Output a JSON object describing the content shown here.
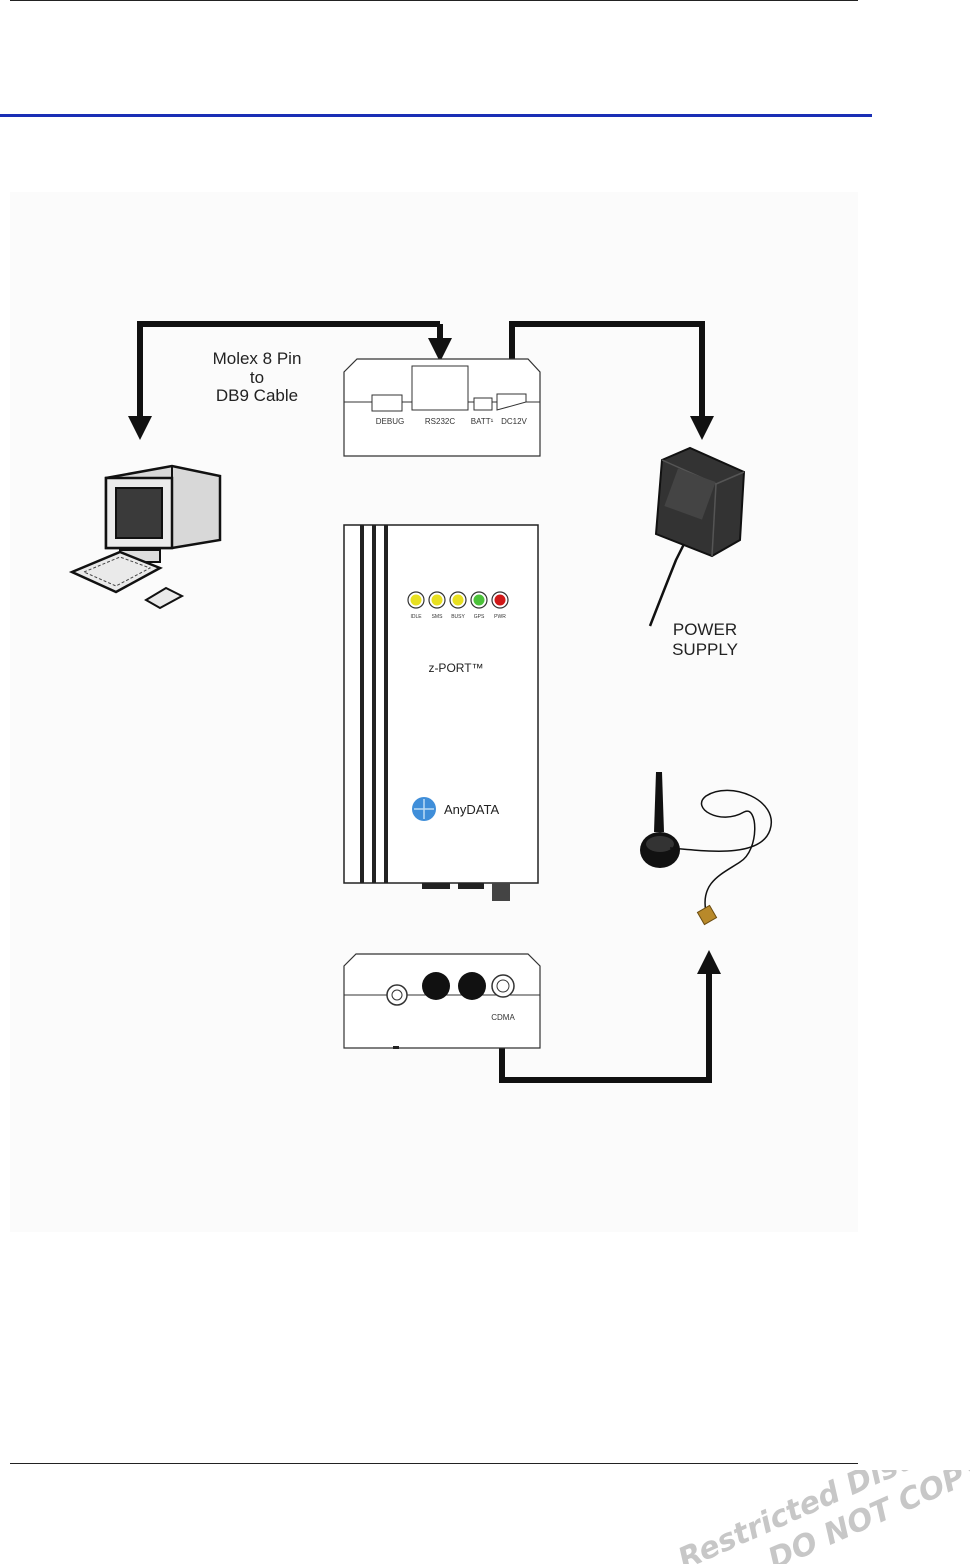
{
  "diagram": {
    "cable_label": [
      "Molex 8 Pin",
      "to",
      "DB9 Cable"
    ],
    "ports_top": [
      "DEBUG",
      "RS232C",
      "BATT¹",
      "DC12V"
    ],
    "leds": [
      {
        "label": "IDLE",
        "color": "#e8e020"
      },
      {
        "label": "SMS",
        "color": "#e8e020"
      },
      {
        "label": "BUSY",
        "color": "#e8e020"
      },
      {
        "label": "GPS",
        "color": "#4cc23a"
      },
      {
        "label": "PWR",
        "color": "#d01818"
      }
    ],
    "product_name": "z-PORT™",
    "brand": "AnyDATA",
    "power_supply_label": [
      "POWER",
      "SUPPLY"
    ],
    "port_bottom": "CDMA"
  },
  "watermark": {
    "line1": "Restricted Distribution",
    "line2": "DO NOT COPY"
  },
  "colors": {
    "rule_blue": "#1a2fb5",
    "arrow": "#111111"
  }
}
